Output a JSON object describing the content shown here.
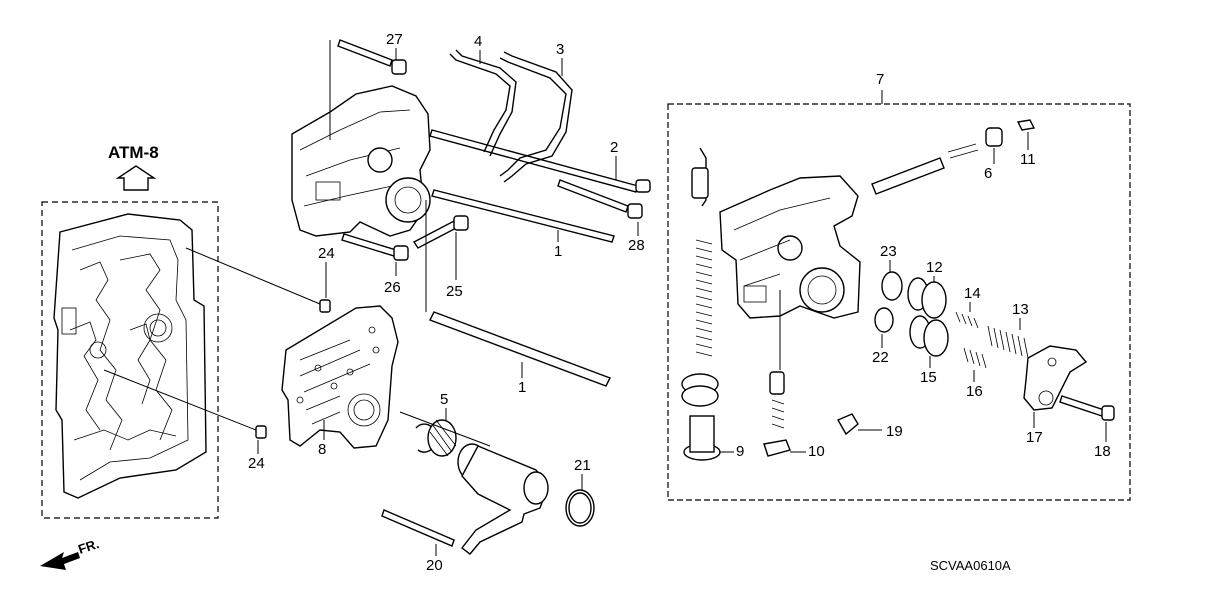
{
  "reference_label": "ATM-8",
  "direction_label": "FR.",
  "diagram_code": "SCVAA0610A",
  "callouts": {
    "c1a": "1",
    "c1b": "1",
    "c2": "2",
    "c3": "3",
    "c4": "4",
    "c5": "5",
    "c6": "6",
    "c7": "7",
    "c8": "8",
    "c9": "9",
    "c10": "10",
    "c11": "11",
    "c12": "12",
    "c13": "13",
    "c14": "14",
    "c15": "15",
    "c16": "16",
    "c17": "17",
    "c18": "18",
    "c19": "19",
    "c20": "20",
    "c21": "21",
    "c22": "22",
    "c23": "23",
    "c24a": "24",
    "c24b": "24",
    "c25": "25",
    "c26": "26",
    "c27": "27",
    "c28": "28"
  }
}
